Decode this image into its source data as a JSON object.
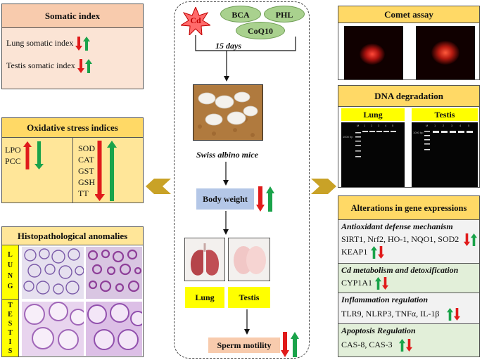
{
  "somatic": {
    "title": "Somatic index",
    "items": [
      {
        "label": "Lung somatic index"
      },
      {
        "label": "Testis somatic index"
      }
    ]
  },
  "oxidative": {
    "title": "Oxidative stress indices",
    "left": [
      "LPO",
      "PCC"
    ],
    "right": [
      "SOD",
      "CAT",
      "GST",
      "GSH",
      "TT"
    ]
  },
  "histo": {
    "title": "Histopathological anomalies",
    "lung_letters": [
      "L",
      "U",
      "N",
      "G"
    ],
    "testis_letters": [
      "T",
      "E",
      "S",
      "T",
      "I",
      "S"
    ]
  },
  "center": {
    "cd": "Cd",
    "bca": "BCA",
    "phl": "PHL",
    "coq10": "CoQ10",
    "days": "15 days",
    "mice": "Swiss albino mice",
    "body_weight": "Body weight",
    "lung": "Lung",
    "testis": "Testis",
    "sperm": "Sperm motility"
  },
  "comet": {
    "title": "Comet assay"
  },
  "dna": {
    "title": "DNA degradation",
    "lung": "Lung",
    "testis": "Testis",
    "lane_labels": [
      "M",
      "1",
      "2",
      "3",
      "4",
      "5"
    ],
    "marker": "1000 bp"
  },
  "gene": {
    "title": "Alterations in gene expressions",
    "sections": [
      {
        "heading": "Antioxidant defense mechanism",
        "line1": "SIRT1, Nrf2, HO-1, NQO1, SOD2",
        "line2": "KEAP1"
      },
      {
        "heading": "Cd metabolism and detoxification",
        "line1": "CYP1A1"
      },
      {
        "heading": "Inflammation regulation",
        "line1": "TLR9, NLRP3, TNFα, IL-1β"
      },
      {
        "heading": "Apoptosis Regulation",
        "line1": "CAS-8, CAS-3"
      }
    ]
  },
  "colors": {
    "up_green": "#1aa34a",
    "down_red": "#e01b1b",
    "light_green": "#a9d18e",
    "pale_yellow": "#fff2cc",
    "light_blue": "#b4c7e7",
    "yellow": "#ffff00",
    "peach": "#f8cbad",
    "olive": "#c9a227"
  }
}
